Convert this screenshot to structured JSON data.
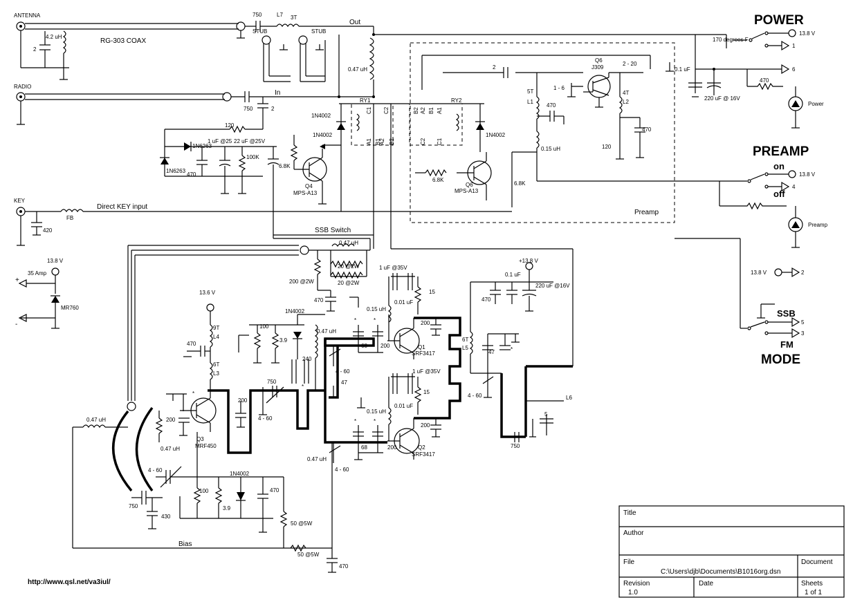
{
  "labels": {
    "antenna": "ANTENNA",
    "radio": "RADIO",
    "key": "KEY",
    "rg303": "RG-303 COAX",
    "out": "Out",
    "in": "In",
    "stub": "STUB",
    "l7": "L7",
    "l7_turns": "3T",
    "direct_key": "Direct KEY input",
    "fb": "FB",
    "ssb_switch": "SSB Switch",
    "bias": "Bias",
    "preamp_box": "Preamp",
    "url": "http://www.qsl.net/va3iul/",
    "ry1": "RY1",
    "ry2": "RY2",
    "amp35": "35 Amp",
    "plus": "+",
    "minus": "-"
  },
  "sections": {
    "power": "POWER",
    "preamp": "PREAMP",
    "on": "on",
    "off": "off",
    "ssb": "SSB",
    "fm": "FM",
    "mode": "MODE",
    "temp": "170 degrees F",
    "power_led": "Power",
    "preamp_led": "Preamp"
  },
  "connectors": {
    "v138": "13.8 V",
    "p1": "1",
    "p2": "2",
    "p3": "3",
    "p4": "4",
    "p5": "5",
    "p6": "6",
    "plus138": "+13.8 V",
    "v136": "13.6 V"
  },
  "components": {
    "c2_ant": "2",
    "l42uh": "4.2 uH",
    "c750a": "750",
    "c750b": "750",
    "c2_in": "2",
    "l047_top": "0.47 uH",
    "c2_pre": "2",
    "c01uf_top": "0.1 uF",
    "c220uf_top": "220 uF @ 16V",
    "r470_pow": "470",
    "q6": "Q6",
    "j309": "J309",
    "c1_6": "1 - 6",
    "c2_20": "2 - 20",
    "l1_5t": "5T",
    "l1": "L1",
    "c470_l1": "470",
    "l2_4t": "4T",
    "l2": "L2",
    "r120_pre": "120",
    "c470_pre": "470",
    "l015_pre": "0.15 uH",
    "r68_q6": "6.8K",
    "q6b": "Q6",
    "mps_q6": "MPS-A13",
    "r68_right": "6.8K",
    "d1n4002_a": "1N4002",
    "d1n4002_b": "1N4002",
    "d1n4002_c": "1N4002",
    "r120_top": "120",
    "d1n6263_a": "1N6263",
    "d1n6263_b": "1N6263",
    "c1uf25": "1 uF @25",
    "c22uf25": "22 uF @25V",
    "c470_bias": "470",
    "r100k": "100K",
    "r68_q4": "6.8K",
    "q4": "Q4",
    "mps_q4": "MPS-A13",
    "c420": "420",
    "mr760": "MR760",
    "l047_ssb": "0.47 uH",
    "r20_2w_a": "20 @2W",
    "r20_2w_b": "20 @2W",
    "r200_2w": "200 @2W",
    "c470_ssb": "470",
    "c1uf35_a": "1 uF @35V",
    "c001_a": "0.01 uF",
    "r15_a": "15",
    "l015_a": "0.15 uH",
    "c01uf_out": "0.1 uF",
    "c470_out": "470",
    "c220uf_out": "220 uF @16V",
    "l4_9t": "9T",
    "l4": "L4",
    "l3_6t": "6T",
    "l3": "L3",
    "c470_l4": "470",
    "r100_a": "100",
    "r39_a": "3.9",
    "d1n4002_d": "1N4002",
    "c240": "240",
    "l047_mid": "0.47 uH",
    "c4_60_a": "4 - 60",
    "c68_a": "68",
    "c200_a": "200",
    "q1": "Q1",
    "srf1": "SRF3417",
    "c200_q1": "200",
    "l5_6t": "6T",
    "l5": "L5",
    "c47_l5": "47",
    "c4_60_out": "4 - 60",
    "c750_mid": "750",
    "c200_mid": "200",
    "c4_60_mid": "4 - 60",
    "c47_mid": "47",
    "c1uf35_b": "1 uF @35V",
    "c001_b": "0.01 uF",
    "r15_b": "15",
    "l015_b": "0.15 uH",
    "c200_q2": "200",
    "c68_b": "68",
    "c200_b": "200",
    "q2": "Q2",
    "srf2": "SRF3417",
    "l047_q2": "0.47 uH",
    "c4_60_q2": "4 - 60",
    "l6": "L6",
    "c5": "5",
    "c750_out": "750",
    "q3": "Q3",
    "mrf450": "MRF450",
    "c200_q3": "200",
    "l047_q3": "0.47 uH",
    "l047_left": "0.47 uH",
    "c4_60_left": "4 - 60",
    "c750_left": "750",
    "c430": "430",
    "r100_b": "100",
    "r39_b": "3.9",
    "d1n4002_e": "1N4002",
    "c470_bb": "470",
    "r50_5w_a": "50 @5W",
    "r50_5w_b": "50 @5W",
    "c470_bot": "470",
    "star": "*"
  },
  "relay_pins": [
    "C1",
    "C2",
    "A1",
    "B1",
    "A2",
    "B2"
  ],
  "title_block": {
    "title": "Title",
    "author": "Author",
    "file": "File",
    "path": "C:\\Users\\djb\\Documents\\B1016org.dsn",
    "document": "Document",
    "revision": "Revision",
    "revision_val": "1.0",
    "date": "Date",
    "sheets": "Sheets",
    "sheets_val": "1 of 1"
  }
}
